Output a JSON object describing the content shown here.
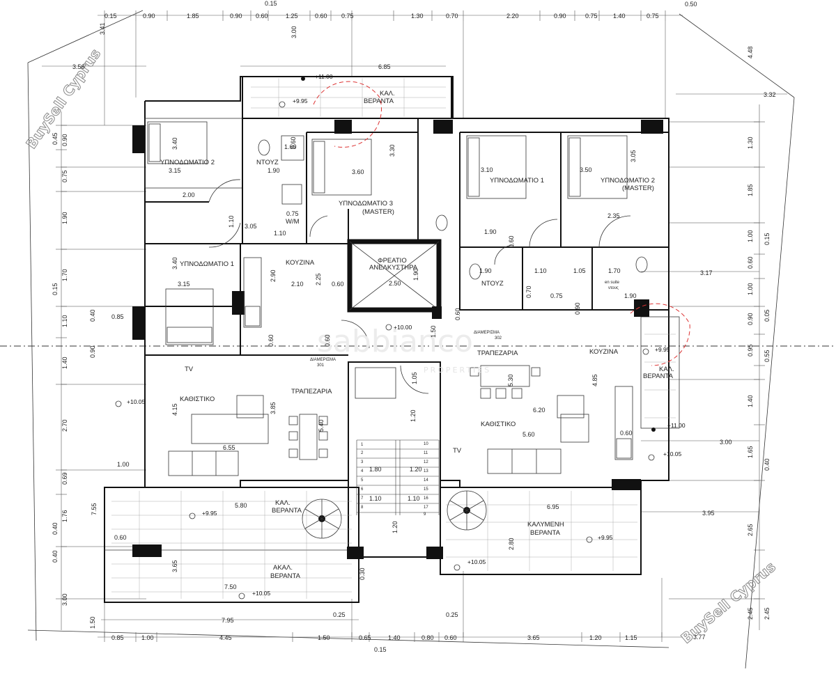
{
  "watermarks": {
    "top_left": "BuySell Cyprus",
    "bottom_right": "BuySell Cyprus",
    "center_logo": "sabbianco",
    "center_logo_sub": "PROPERTIES"
  },
  "rooms": {
    "bedroom2_left": "ΥΠΝΟΔΩΜΑΤΙΟ 2",
    "shower_left": "ΝΤΟΥΖ",
    "bedroom3_master": "ΥΠΝΟΔΩΜΑΤΙΟ 3",
    "master_label": "(MASTER)",
    "wm": "W/M",
    "bedroom1_left": "ΥΠΝΟΔΩΜΑΤΙΟ 1",
    "kitchen_left": "ΚΟΥΖΙΝΑ",
    "lift_shaft": "ΦΡΕΑΤΙΟ",
    "lift_shaft2": "ΑΝΕΛΚΥΣΤΗΡΑ",
    "apt_301": "ΔΙΑΜΕΡΙΣΜΑ",
    "apt_301_num": "301",
    "living_left": "ΚΑΘΙΣΤΙΚΟ",
    "dining_left": "ΤΡΑΠΕΖΑΡΙΑ",
    "tv_left": "TV",
    "covered_veranda_left": "ΚΑΛ.",
    "covered_veranda_left2": "ΒΕΡΑΝΤΑ",
    "uncovered_veranda_left": "ΑΚΑΛ.",
    "uncovered_veranda_left2": "ΒΕΡΑΝΤΑ",
    "top_veranda": "ΚΑΛ.",
    "top_veranda2": "ΒΕΡΑΝΤΑ",
    "bedroom1_right": "ΥΠΝΟΔΩΜΑΤΙΟ 1",
    "bedroom2_right": "ΥΠΝΟΔΩΜΑΤΙΟ 2",
    "master_right": "(MASTER)",
    "shower_right": "ΝΤΟΥΖ",
    "ensuite": "en suite",
    "ensuite2": "ντους",
    "apt_302": "ΔΙΑΜΕΡΙΣΜΑ",
    "apt_302_num": "302",
    "dining_right": "ΤΡΑΠΕΖΑΡΙΑ",
    "kitchen_right": "ΚΟΥΖΙΝΑ",
    "living_right": "ΚΑΘΙΣΤΙΚΟ",
    "tv_right": "TV",
    "covered_veranda_right": "ΚΑΛΥΜΕΝΗ",
    "covered_veranda_right2": "ΒΕΡΑΝΤΑ",
    "small_veranda_right": "ΚΑΛ.",
    "small_veranda_right2": "ΒΕΡΑΝΤΑ"
  },
  "levels": {
    "l1100_top": "+11.00",
    "l995_top": "+9.95",
    "l1000_center": "+10.00",
    "l1005_left": "+10.05",
    "l995_left": "+9.95",
    "l1005_bottom_left": "+10.05",
    "l1005_bottom_center": "+10.05",
    "l995_right": "+9.95",
    "l1100_right": "+11.00",
    "l1005_right": "+10.05",
    "l995_right_top": "+9.95"
  },
  "dims_top": [
    "0.15",
    "0.90",
    "1.85",
    "0.90",
    "0.60",
    "1.25",
    "0.60",
    "0.75",
    "1.30",
    "0.70",
    "2.20",
    "0.90",
    "0.75",
    "1.40",
    "0.75",
    "0.50"
  ],
  "dims_top_extra": [
    "0.15",
    "3.00",
    "6.85",
    "3.41",
    "3.56",
    "4.48",
    "3.32"
  ],
  "dims_bottom": [
    "0.85",
    "1.00",
    "4.45",
    "1.50",
    "0.65",
    "1.40",
    "0.80",
    "0.60",
    "3.65",
    "1.20",
    "1.15",
    "3.77"
  ],
  "dims_bottom_extra": [
    "7.95",
    "7.50",
    "0.25",
    "0.25",
    "0.15",
    "0.30"
  ],
  "dims_left": [
    "0.45",
    "0.90",
    "0.75",
    "1.90",
    "0.15",
    "1.70",
    "1.10",
    "0.40",
    "0.90",
    "1.40",
    "2.70",
    "0.69",
    "0.40",
    "1.76",
    "0.40",
    "3.00",
    "1.50",
    "7.55"
  ],
  "dims_right": [
    "1.30",
    "1.85",
    "1.00",
    "0.15",
    "0.60",
    "1.00",
    "0.90",
    "0.05",
    "0.95",
    "0.55",
    "1.40",
    "1.65",
    "0.40",
    "2.65",
    "2.45",
    "2.45"
  ],
  "dims_interior": [
    "3.40",
    "3.15",
    "2.00",
    "1.90",
    "3.60",
    "3.30",
    "0.75",
    "1.60",
    "0.60",
    "1.10",
    "3.05",
    "1.10",
    "3.40",
    "3.15",
    "2.90",
    "2.10",
    "2.25",
    "0.60",
    "2.50",
    "1.90",
    "0.85",
    "1.00",
    "4.15",
    "3.85",
    "6.55",
    "5.40",
    "5.80",
    "0.60",
    "3.65",
    "3.10",
    "3.50",
    "3.05",
    "1.90",
    "2.35",
    "0.60",
    "1.90",
    "1.10",
    "1.05",
    "1.70",
    "3.17",
    "0.70",
    "0.75",
    "1.90",
    "0.60",
    "4.85",
    "6.20",
    "5.60",
    "0.60",
    "5.30",
    "3.00",
    "3.95",
    "6.95",
    "2.80",
    "1.20",
    "1.80",
    "1.20",
    "1.10",
    "1.10",
    "1.20",
    "0.60",
    "1.50",
    "1.05",
    "0.90",
    "0.60"
  ],
  "stair_numbers": [
    "1",
    "2",
    "3",
    "4",
    "5",
    "6",
    "7",
    "8",
    "9",
    "10",
    "11",
    "12",
    "13",
    "14",
    "15",
    "16",
    "17"
  ]
}
